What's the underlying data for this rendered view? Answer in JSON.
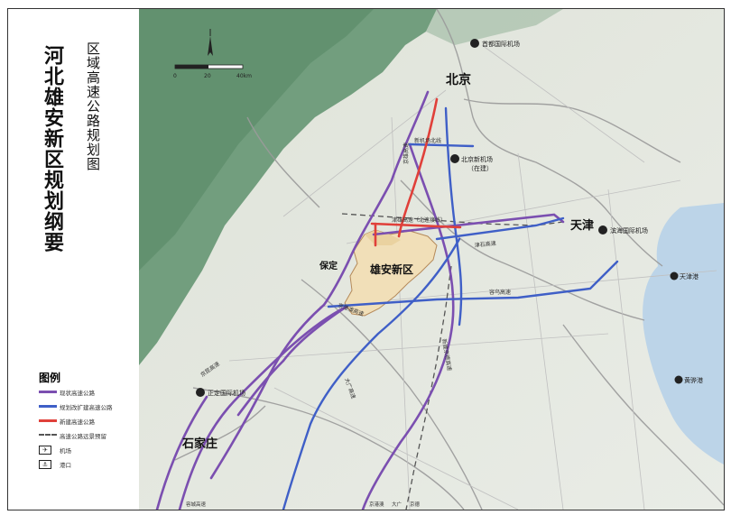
{
  "title": {
    "main": "河北雄安新区规划纲要",
    "sub": "区域高速公路规划图"
  },
  "scale": {
    "ticks": [
      "0",
      "20",
      "40km"
    ]
  },
  "legend": {
    "title": "图例",
    "items": [
      {
        "label": "现状高速公路",
        "type": "line",
        "color": "#7b4fb0"
      },
      {
        "label": "规划改扩建高速公路",
        "type": "line",
        "color": "#3f5fc7"
      },
      {
        "label": "新建高速公路",
        "type": "line",
        "color": "#e0403a"
      },
      {
        "label": "高速公路远景预留",
        "type": "dash",
        "color": "#555555"
      },
      {
        "label": "机场",
        "type": "airport",
        "color": "#222222"
      },
      {
        "label": "港口",
        "type": "port",
        "color": "#222222"
      }
    ]
  },
  "places": {
    "beijing": "北京",
    "tianjin": "天津",
    "baoding": "保定",
    "xiongan": "雄安新区",
    "shijiazhuang": "石家庄"
  },
  "airports": {
    "capital": "首都国际机场",
    "daxing": "北京新机场",
    "daxing_note": "（在建）",
    "binhai": "滨海国际机场",
    "zhengding": "正定国际机场"
  },
  "ports": {
    "tianjin": "天津港",
    "huanghua": "黄骅港"
  },
  "roads": {
    "jingxiong": "京雄高速",
    "xinzhong": "新机场北线",
    "jinxiong": "津雄高速（北连接线）",
    "jinshi": "津石高速",
    "rongwu": "容乌高速",
    "jinggang": "京港澳高速",
    "dagan": "大广高速",
    "jingkun": "京昆高速",
    "jingda": "新建京德高速",
    "ext_s1": "容城高速",
    "ext_s2": "京港澳",
    "ext_s3": "大广",
    "ext_s4": "京德"
  },
  "colors": {
    "existing": "#7b4fb0",
    "upgrade": "#3f5fc7",
    "new": "#e0403a",
    "reserve": "#555555",
    "xiongan_fill": "#f1dfb8",
    "mountain": "#6b9a78",
    "sea": "#bcd4e8"
  }
}
